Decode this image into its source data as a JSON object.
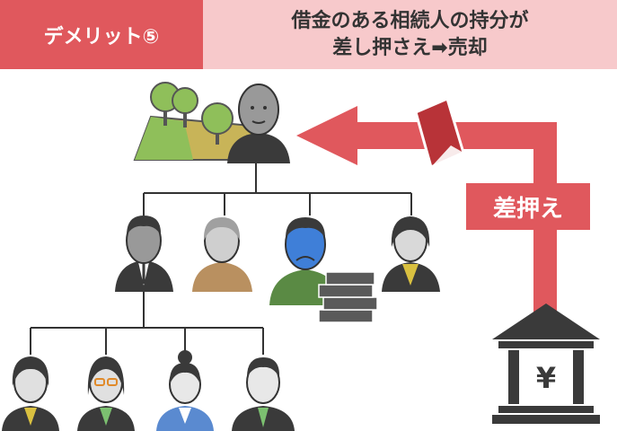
{
  "header": {
    "badge": "デメリット⑤",
    "title_line1": "借金のある相続人の持分が",
    "title_line2": "差し押さえ➡売却"
  },
  "seizure": {
    "label": "差押え"
  },
  "bank": {
    "symbol": "¥"
  },
  "colors": {
    "accent_red": "#e0585d",
    "header_pink": "#f7c9cb",
    "tree_line": "#333333",
    "dark_gray": "#3a3a3a",
    "debtor_face": "#3f7fd8",
    "money_gray": "#5a5a5a"
  }
}
